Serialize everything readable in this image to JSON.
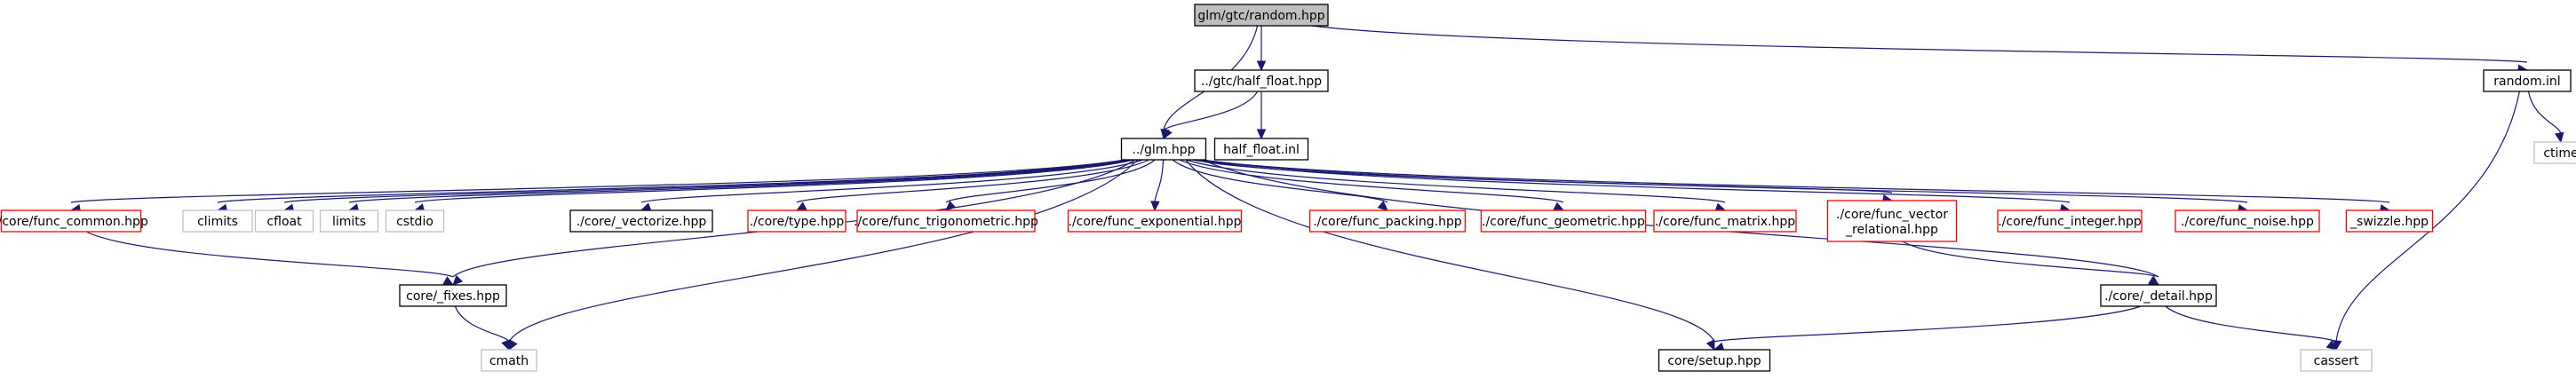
{
  "graph": {
    "colors": {
      "edge": "#191970",
      "root_fill": "#bfbfbf",
      "border_black": "#000000",
      "border_red": "#ff0000",
      "border_gray": "#bfbfbf"
    },
    "nodes": [
      {
        "id": "root",
        "label": "glm/gtc/random.hpp",
        "style": "root"
      },
      {
        "id": "half",
        "label": "../gtc/half_float.hpp",
        "style": "black"
      },
      {
        "id": "randinl",
        "label": "random.inl",
        "style": "black"
      },
      {
        "id": "glm",
        "label": "../glm.hpp",
        "style": "black"
      },
      {
        "id": "halfinl",
        "label": "half_float.inl",
        "style": "black"
      },
      {
        "id": "ctime",
        "label": "ctime",
        "style": "gray"
      },
      {
        "id": "common",
        "label": "./core/func_common.hpp",
        "style": "red"
      },
      {
        "id": "climits",
        "label": "climits",
        "style": "gray"
      },
      {
        "id": "cfloat",
        "label": "cfloat",
        "style": "gray"
      },
      {
        "id": "limits",
        "label": "limits",
        "style": "gray"
      },
      {
        "id": "cstdio",
        "label": "cstdio",
        "style": "gray"
      },
      {
        "id": "vectorize",
        "label": "./core/_vectorize.hpp",
        "style": "black"
      },
      {
        "id": "type",
        "label": "./core/type.hpp",
        "style": "red"
      },
      {
        "id": "trig",
        "label": "./core/func_trigonometric.hpp",
        "style": "red"
      },
      {
        "id": "expo",
        "label": "./core/func_exponential.hpp",
        "style": "red"
      },
      {
        "id": "packing",
        "label": "./core/func_packing.hpp",
        "style": "red"
      },
      {
        "id": "geom",
        "label": "./core/func_geometric.hpp",
        "style": "red"
      },
      {
        "id": "matrix",
        "label": "./core/func_matrix.hpp",
        "style": "red"
      },
      {
        "id": "vecrel",
        "label": "./core/func_vector\n_relational.hpp",
        "style": "red"
      },
      {
        "id": "integer",
        "label": "./core/func_integer.hpp",
        "style": "red"
      },
      {
        "id": "noise",
        "label": "./core/func_noise.hpp",
        "style": "red"
      },
      {
        "id": "swizzle",
        "label": "_swizzle.hpp",
        "style": "red"
      },
      {
        "id": "fixes",
        "label": "core/_fixes.hpp",
        "style": "black"
      },
      {
        "id": "detail",
        "label": "./core/_detail.hpp",
        "style": "black"
      },
      {
        "id": "cmath",
        "label": "cmath",
        "style": "gray"
      },
      {
        "id": "setup",
        "label": "core/setup.hpp",
        "style": "black"
      },
      {
        "id": "cassert",
        "label": "cassert",
        "style": "gray"
      }
    ],
    "edges": [
      [
        "root",
        "half"
      ],
      [
        "root",
        "randinl"
      ],
      [
        "root",
        "glm"
      ],
      [
        "half",
        "glm"
      ],
      [
        "half",
        "halfinl"
      ],
      [
        "randinl",
        "ctime"
      ],
      [
        "randinl",
        "cassert"
      ],
      [
        "glm",
        "common"
      ],
      [
        "glm",
        "climits"
      ],
      [
        "glm",
        "cfloat"
      ],
      [
        "glm",
        "limits"
      ],
      [
        "glm",
        "cstdio"
      ],
      [
        "glm",
        "vectorize"
      ],
      [
        "glm",
        "type"
      ],
      [
        "glm",
        "trig"
      ],
      [
        "glm",
        "expo"
      ],
      [
        "glm",
        "packing"
      ],
      [
        "glm",
        "geom"
      ],
      [
        "glm",
        "matrix"
      ],
      [
        "glm",
        "vecrel"
      ],
      [
        "glm",
        "integer"
      ],
      [
        "glm",
        "noise"
      ],
      [
        "glm",
        "swizzle"
      ],
      [
        "glm",
        "fixes"
      ],
      [
        "glm",
        "cmath"
      ],
      [
        "glm",
        "setup"
      ],
      [
        "glm",
        "detail"
      ],
      [
        "common",
        "fixes"
      ],
      [
        "fixes",
        "cmath"
      ],
      [
        "vecrel",
        "detail"
      ],
      [
        "detail",
        "setup"
      ],
      [
        "detail",
        "cassert"
      ]
    ]
  }
}
